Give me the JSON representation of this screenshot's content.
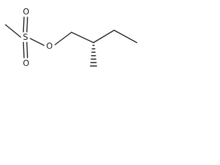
{
  "structure": {
    "atoms": {
      "sulfur": "S",
      "oxygen_top": "O",
      "oxygen_bottom": "O",
      "oxygen_ester": "O"
    },
    "stereo": {
      "methyl_wedge": "hashed"
    },
    "colors": {
      "ink": "#1a1a1a",
      "background": "#ffffff"
    }
  }
}
